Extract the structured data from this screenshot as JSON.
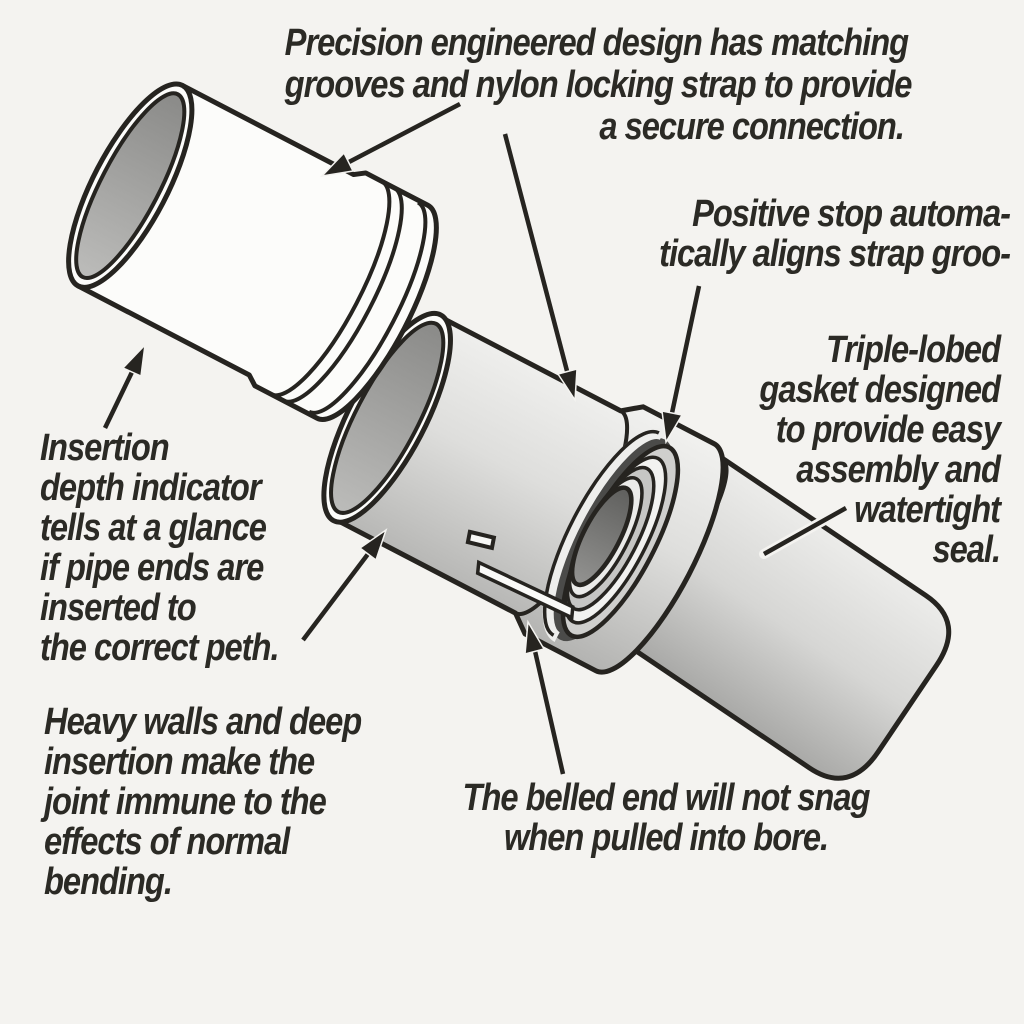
{
  "annotations": {
    "precision_grooves": {
      "lines": [
        "Precision engineered design has matching",
        "grooves and nylon locking strap to provide",
        "a secure connection."
      ]
    },
    "positive_stop": {
      "lines": [
        "Positive stop automa-",
        "tically aligns strap groo-"
      ]
    },
    "triple_lobed_gasket": {
      "lines": [
        "Triple-lobed",
        "gasket designed",
        "to provide easy",
        "assembly and",
        "watertight",
        "seal."
      ]
    },
    "insertion_depth": {
      "lines": [
        "Insertion",
        "depth indicator",
        "tells at a glance",
        "if pipe ends are",
        "inserted to",
        "the correct peth."
      ]
    },
    "heavy_walls": {
      "lines": [
        "Heavy walls and deep",
        "insertion make the",
        "joint immune to the",
        "effects of normal",
        "bending."
      ]
    },
    "belled_end": {
      "lines": [
        "The belled end will not snag",
        "when pulled into bore."
      ]
    }
  },
  "illustration": {
    "parts": [
      "grooved spigot pipe",
      "coupling pipe with bell and gasket rings",
      "downstream pipe with belled end",
      "nylon locking strap",
      "insertion depth indicator mark"
    ],
    "colors": {
      "background": "#f4f3f0",
      "outline_ink": "#262420",
      "text_ink": "#2b2a25",
      "pipe_white": "#fcfcfa",
      "pipe_gray": "#d9d9d7",
      "opening_gray": "#9a9a98",
      "bell_shadow": "#4b4b49"
    }
  }
}
